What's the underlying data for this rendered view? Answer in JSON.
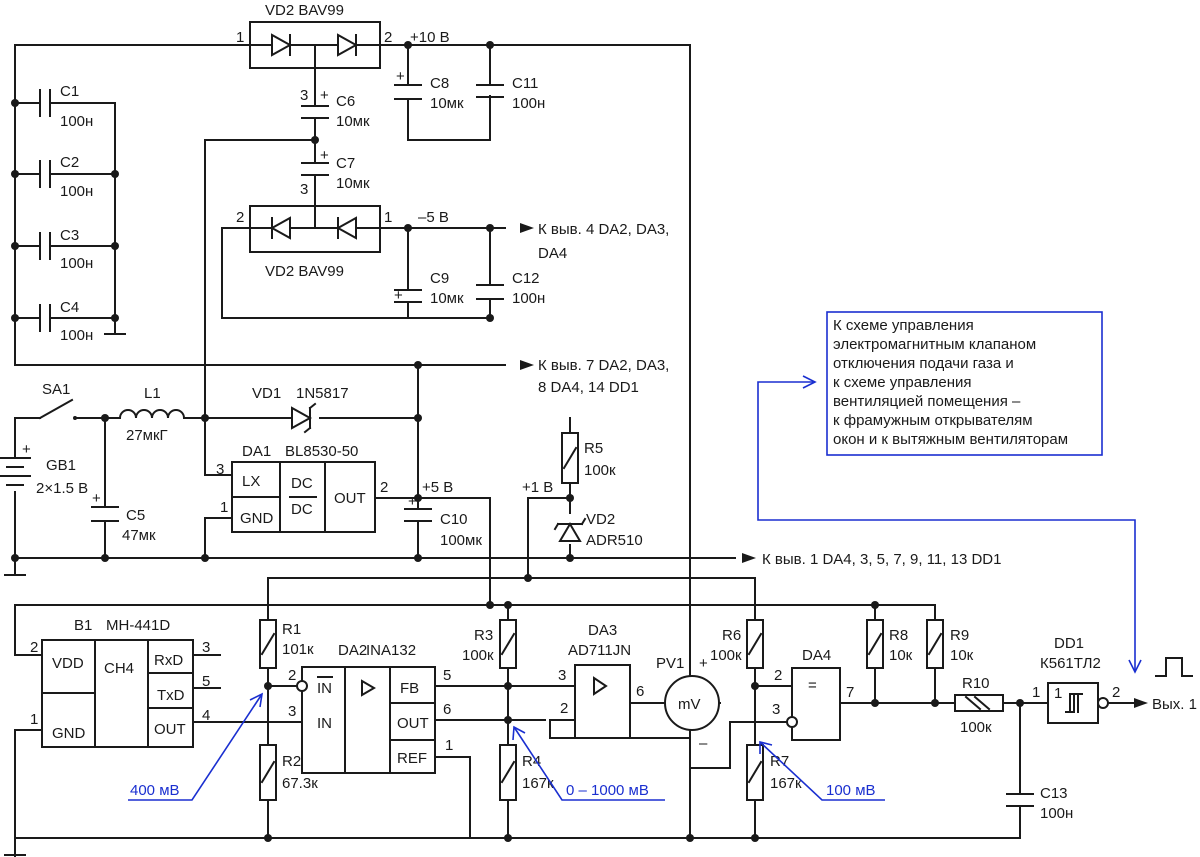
{
  "labels": {
    "vd2_top": "VD2  BAV99",
    "vd2_bot": "VD2  BAV99",
    "plus10": "+10 В",
    "minus5": "–5 В",
    "plus5": "+5 В",
    "plus1": "+1 В",
    "c1": "C1",
    "c1v": "100н",
    "c2": "C2",
    "c2v": "100н",
    "c3": "C3",
    "c3v": "100н",
    "c4": "C4",
    "c4v": "100н",
    "c5": "C5",
    "c5v": "47мк",
    "c6": "C6",
    "c6v": "10мк",
    "c7": "C7",
    "c7v": "10мк",
    "c8": "C8",
    "c8v": "10мк",
    "c9": "C9",
    "c9v": "10мк",
    "c10": "C10",
    "c10v": "100мк",
    "c11": "C11",
    "c11v": "100н",
    "c12": "C12",
    "c12v": "100н",
    "c13": "C13",
    "c13v": "100н",
    "sa1": "SA1",
    "gb1": "GB1",
    "gb1v": "2×1.5 В",
    "l1": "L1",
    "l1v": "27мкГ",
    "vd1": "VD1",
    "vd1v": "1N5817",
    "da1": "DA1",
    "da1v": "BL8530-50",
    "da1_lx": "LX",
    "da1_gnd": "GND",
    "da1_dc1": "DC",
    "da1_dc2": "DC",
    "da1_out": "OUT",
    "r5": "R5",
    "r5v": "100к",
    "vd2r": "VD2",
    "vd2rv": "ADR510",
    "b1": "B1",
    "b1v": "MH-441D",
    "b1_vdd": "VDD",
    "b1_ch4": "CH4",
    "b1_rxd": "RxD",
    "b1_txd": "TxD",
    "b1_gnd": "GND",
    "b1_out": "OUT",
    "r1": "R1",
    "r1v": "101к",
    "r2": "R2",
    "r2v": "67.3к",
    "da2": "DA2",
    "da2v": "INA132",
    "da2_in_inv": "IN",
    "da2_in": "IN",
    "da2_fb": "FB",
    "da2_out": "OUT",
    "da2_ref": "REF",
    "r3": "R3",
    "r3v": "100к",
    "r4": "R4",
    "r4v": "167к",
    "da3": "DA3",
    "da3v": "AD711JN",
    "pv1": "PV1",
    "pv1_unit": "mV",
    "pv1_plus": "+",
    "pv1_minus": "–",
    "r6": "R6",
    "r6v": "100к",
    "r7": "R7",
    "r7v": "167к",
    "da4": "DA4",
    "da4_sym": "=",
    "r8": "R8",
    "r8v": "10к",
    "r9": "R9",
    "r9v": "10к",
    "r10": "R10",
    "r10v": "100к",
    "dd1": "DD1",
    "dd1v": "К561ТЛ2",
    "out_label": "Вых. 1",
    "to_da_4": "К выв. 4 DA2, DA3,",
    "to_da_4b": "DA4",
    "to_da_7": "К выв. 7 DA2, DA3,",
    "to_da_7b": "8 DA4, 14 DD1",
    "to_gnd_pins": "К выв. 1 DA4, 3, 5, 7, 9, 11, 13 DD1",
    "note": [
      "К схеме управления",
      "электромагнитным клапаном",
      "отключения подачи газа и",
      "к схеме управления",
      "вентиляцией помещения –",
      "к фрамужным открывателям",
      "окон и к вытяжным вентиляторам"
    ],
    "v400": "400 мВ",
    "v0_1000": "0 – 1000 мВ",
    "v100": "100 мВ"
  },
  "pins": {
    "vd2t_1": "1",
    "vd2t_2": "2",
    "vd2t_3": "3",
    "c6_3": "3",
    "c7_3": "3",
    "vd2b_2": "2",
    "vd2b_1": "1",
    "da1_3": "3",
    "da1_1": "1",
    "da1_2": "2",
    "b1_2": "2",
    "b1_1": "1",
    "b1_3": "3",
    "b1_5": "5",
    "b1_4": "4",
    "da2_2": "2",
    "da2_3": "3",
    "da2_5": "5",
    "da2_6": "6",
    "da2_1": "1",
    "da3_3": "3",
    "da3_2": "2",
    "da3_6": "6",
    "da4_2": "2",
    "da4_3": "3",
    "da4_7": "7",
    "dd1_1": "1",
    "dd1_1in": "1",
    "dd1_2": "2"
  },
  "polarity": {
    "plus": "+"
  },
  "colors": {
    "ink": "#1a1a1a",
    "annotation": "#1a2fd0"
  }
}
